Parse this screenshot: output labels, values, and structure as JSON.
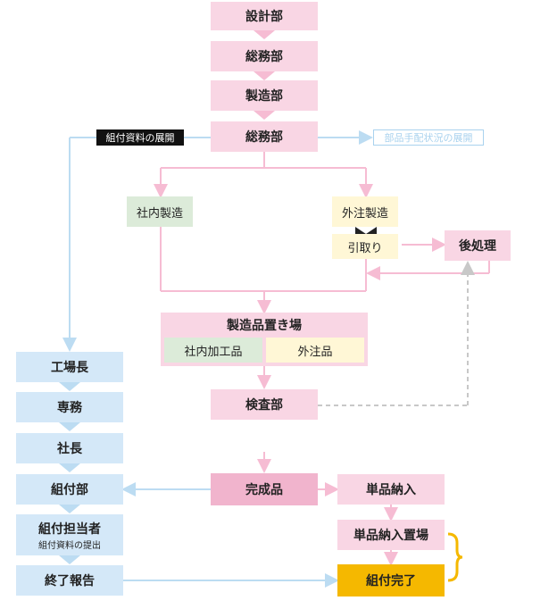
{
  "design_dept": "設計部",
  "general_affairs_1": "総務部",
  "manufacturing_dept": "製造部",
  "general_affairs_2": "総務部",
  "assembly_docs_tag": "組付資料の展開",
  "parts_status_tag": "部品手配状況の展開",
  "in_house_mfg": "社内製造",
  "outsourced_mfg": "外注製造",
  "pickup": "引取り",
  "post_processing": "後処理",
  "storage": {
    "title": "製造品置き場",
    "in_house_item": "社内加工品",
    "outsourced_item": "外注品"
  },
  "inspection": "検査部",
  "factory_manager": "工場長",
  "executive": "専務",
  "president": "社長",
  "assembly_dept": "組付部",
  "assembly_person": {
    "title": "組付担当者",
    "subtitle": "組付資料の提出"
  },
  "final_report": "終了報告",
  "finished_product": "完成品",
  "single_delivery": "単品納入",
  "single_delivery_storage": "単品納入置場",
  "assembly_complete": "組付完了",
  "colors": {
    "pink": "#f9d6e4",
    "pink_dark": "#f1b4cd",
    "blue": "#d4e8f8",
    "green": "#dcebd9",
    "cream": "#fff7d6",
    "gold": "#f5b800",
    "dashed_gray": "#c8c8c8"
  }
}
